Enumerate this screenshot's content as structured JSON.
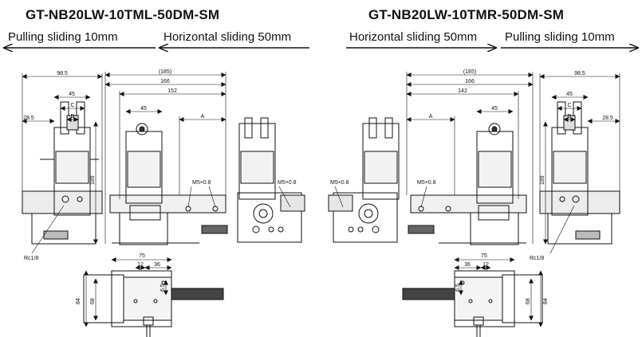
{
  "left": {
    "title": "GT-NB20LW-10TML-50DM-SM",
    "caption_pull": "Pulling sliding 10mm",
    "caption_horizontal": "Horizontal sliding 50mm",
    "dims": {
      "side_width": "98.5",
      "side_45": "45",
      "side_c": "C",
      "side_b": "B",
      "side_28": "28.5",
      "height": "189",
      "port": "Rc1/8",
      "front_185": "(185)",
      "front_166": "166",
      "front_152": "152",
      "front_45": "45",
      "front_a": "A",
      "thread_1": "M5×0.8",
      "thread_2": "M5×0.8",
      "bottom_75": "75",
      "bottom_12": "12",
      "bottom_36": "36",
      "bottom_65": "6.5",
      "bottom_68": "68",
      "bottom_84": "84"
    }
  },
  "right": {
    "title": "GT-NB20LW-10TMR-50DM-SM",
    "caption_horizontal": "Horizontal sliding 50mm",
    "caption_pull": "Pulling sliding 10mm",
    "dims": {
      "side_width": "98.5",
      "side_45": "45",
      "side_c": "C",
      "side_b": "B",
      "side_28": "28.5",
      "height": "189",
      "port": "Rc1/8",
      "front_185": "(185)",
      "front_166": "166",
      "front_142": "142",
      "front_45": "45",
      "front_a": "A",
      "thread_1": "M5×0.8",
      "thread_2": "M5×0.8",
      "bottom_75": "75",
      "bottom_36": "36",
      "bottom_12": "12",
      "bottom_65": "6.5",
      "bottom_68": "68",
      "bottom_84": "84"
    }
  },
  "colors": {
    "line": "#111111",
    "rail": "#8a8a8a",
    "spring": "#222222"
  }
}
